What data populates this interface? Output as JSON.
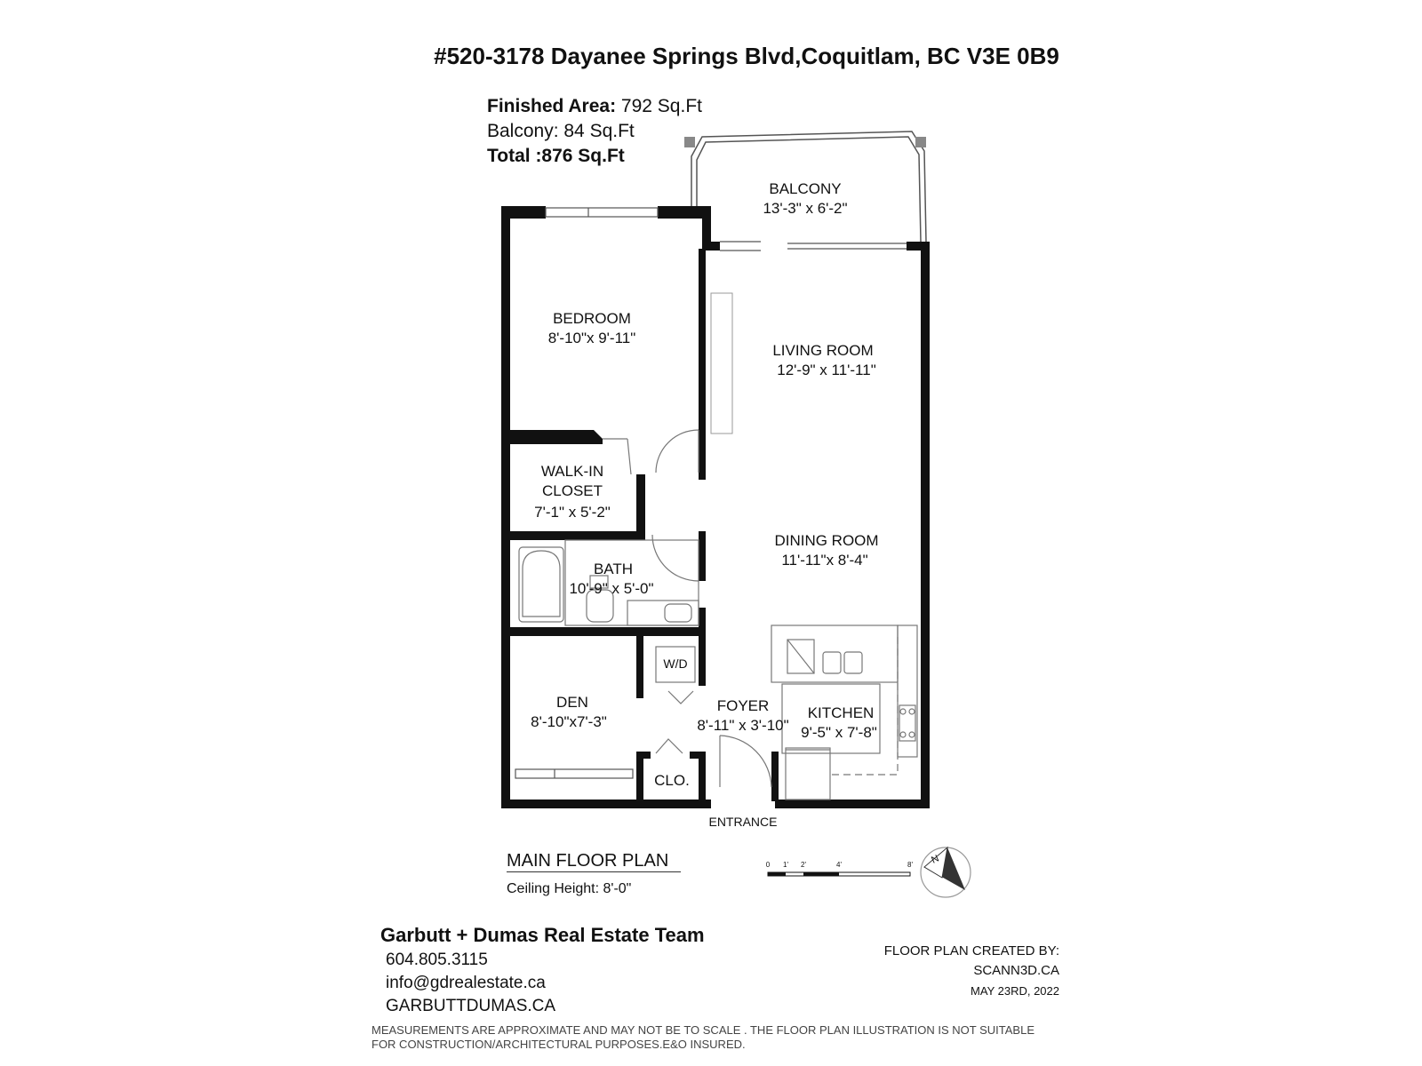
{
  "header": {
    "address": "#520-3178 Dayanee Springs Blvd,Coquitlam, BC V3E 0B9"
  },
  "areas": {
    "finished_label": "Finished Area:",
    "finished_value": " 792 Sq.Ft",
    "balcony_line": "Balcony: 84 Sq.Ft",
    "total_line": "Total :876 Sq.Ft"
  },
  "rooms": {
    "balcony": {
      "name": "BALCONY",
      "dims": "13'-3\" x 6'-2\""
    },
    "bedroom": {
      "name": "BEDROOM",
      "dims": "8'-10\"x 9'-11\""
    },
    "living": {
      "name": "LIVING ROOM",
      "dims": "12'-9\"  x 11'-11\""
    },
    "walkin": {
      "name1": "WALK-IN",
      "name2": "CLOSET",
      "dims": "7'-1\"  x  5'-2\""
    },
    "dining": {
      "name": "DINING ROOM",
      "dims": "11'-11\"x  8'-4\""
    },
    "bath": {
      "name": "BATH",
      "dims": "10'-9\" x 5'-0\""
    },
    "den": {
      "name": "DEN",
      "dims": "8'-10\"x7'-3\""
    },
    "foyer": {
      "name": "FOYER",
      "dims": "8'-11\" x 3'-10\""
    },
    "kitchen": {
      "name": "KITCHEN",
      "dims": "9'-5\"  x 7'-8\""
    },
    "wd": "W/D",
    "clo": "CLO.",
    "entrance": "ENTRANCE"
  },
  "scale_bar": {
    "ticks": [
      "0",
      "1'",
      "2'",
      "4'",
      "8'"
    ]
  },
  "compass": {
    "label": "N"
  },
  "plan": {
    "name": "MAIN FLOOR PLAN",
    "ceiling": "Ceiling Height: 8'-0\""
  },
  "agent": {
    "team": "Garbutt + Dumas Real Estate Team",
    "phone": "604.805.3115",
    "email": "info@gdrealestate.ca",
    "website": "GARBUTTDUMAS.CA"
  },
  "credit": {
    "line1": "FLOOR PLAN CREATED BY:",
    "line2": "SCANN3D.CA",
    "date": "MAY 23RD, 2022"
  },
  "disclaimer": {
    "line1": "MEASUREMENTS  ARE APPROXIMATE AND MAY NOT BE TO SCALE . THE FLOOR PLAN ILLUSTRATION IS NOT SUITABLE",
    "line2": "FOR CONSTRUCTION/ARCHITECTURAL PURPOSES.E&O INSURED."
  },
  "colors": {
    "wall": "#111111",
    "fixture": "#777777"
  }
}
